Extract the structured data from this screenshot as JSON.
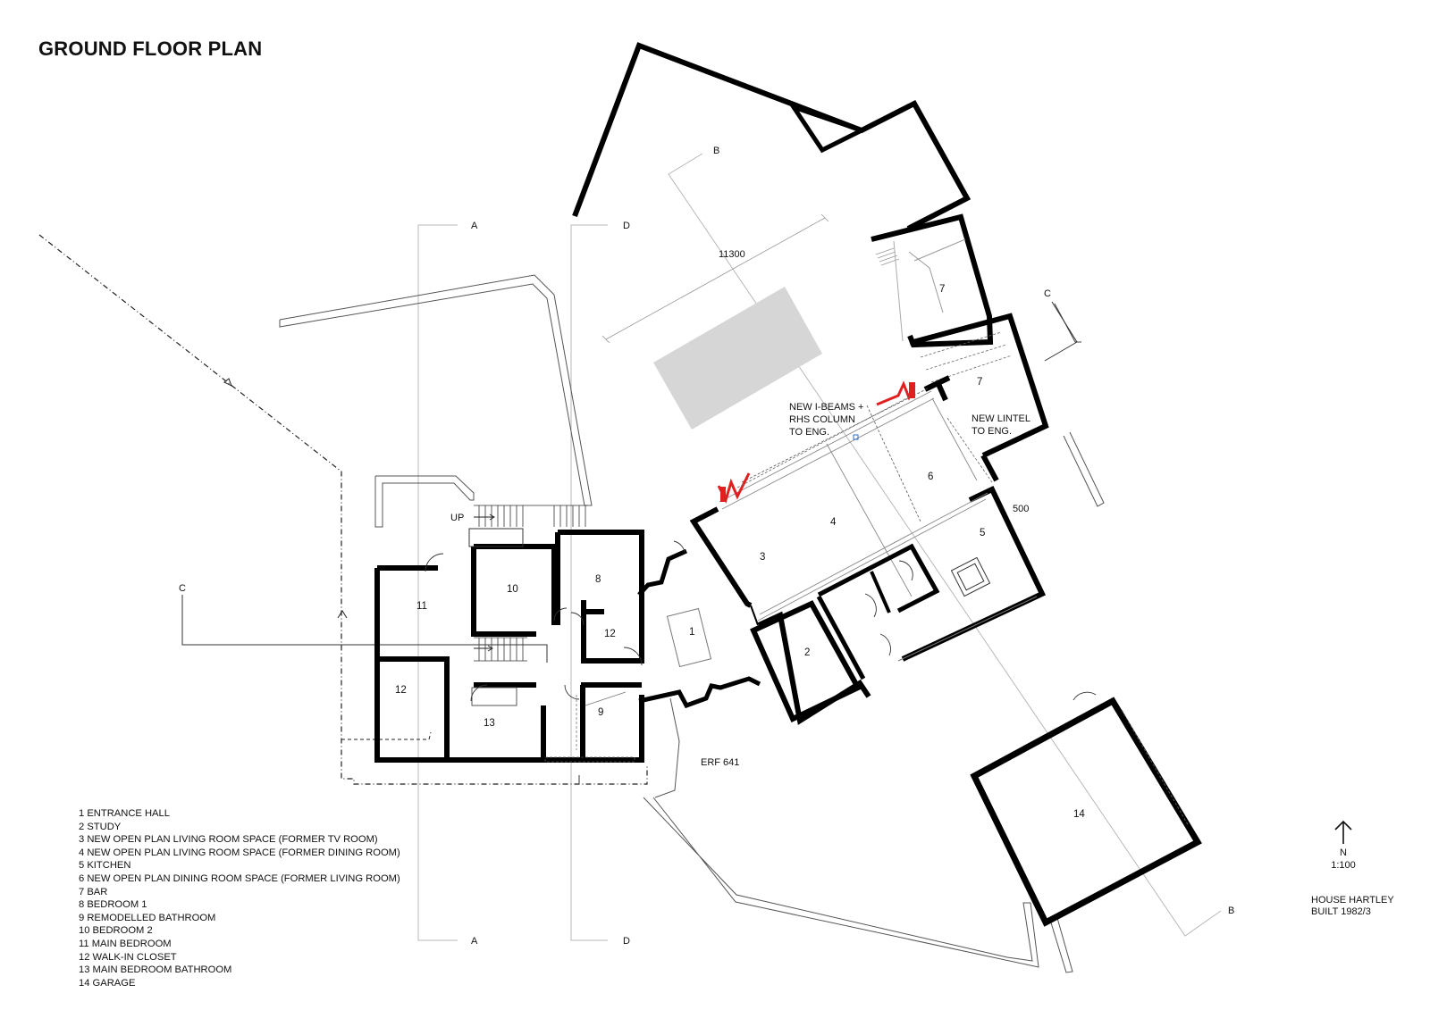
{
  "title": "GROUND FLOOR PLAN",
  "rooms": {
    "r1": "1",
    "r2": "2",
    "r3": "3",
    "r4": "4",
    "r5": "5",
    "r6": "6",
    "r7a": "7",
    "r7b": "7",
    "r8": "8",
    "r9": "9",
    "r10": "10",
    "r11": "11",
    "r12a": "12",
    "r12b": "12",
    "r13": "13",
    "r14": "14"
  },
  "section_markers": {
    "a": "A",
    "b": "B",
    "c": "C",
    "d": "D"
  },
  "annotations": {
    "dimension": "11300",
    "dimension_500": "500",
    "up": "UP",
    "erf": "ERF 641",
    "ibeams_line1": "NEW I-BEAMS +",
    "ibeams_line2": "RHS COLUMN",
    "ibeams_line3": "TO ENG.",
    "lintel_line1": "NEW LINTEL",
    "lintel_line2": "TO ENG."
  },
  "legend": [
    "1 ENTRANCE HALL",
    "2 STUDY",
    "3 NEW OPEN PLAN LIVING ROOM SPACE (FORMER TV ROOM)",
    "4 NEW OPEN PLAN LIVING ROOM SPACE (FORMER DINING ROOM)",
    "5 KITCHEN",
    "6 NEW OPEN PLAN DINING ROOM SPACE (FORMER LIVING ROOM)",
    "7 BAR",
    "8 BEDROOM 1",
    "9 REMODELLED BATHROOM",
    "10 BEDROOM 2",
    "11 MAIN BEDROOM",
    "12 WALK-IN CLOSET",
    "13 MAIN BEDROOM BATHROOM",
    "14 GARAGE"
  ],
  "north": {
    "letter": "N",
    "scale": "1:100"
  },
  "project": {
    "name": "HOUSE HARTLEY",
    "built": "BUILT 1982/3"
  },
  "colors": {
    "wall": "#000000",
    "pool": "#d6d6d6",
    "new_steel": "#e02020",
    "thin_line": "#9a9a9a"
  }
}
